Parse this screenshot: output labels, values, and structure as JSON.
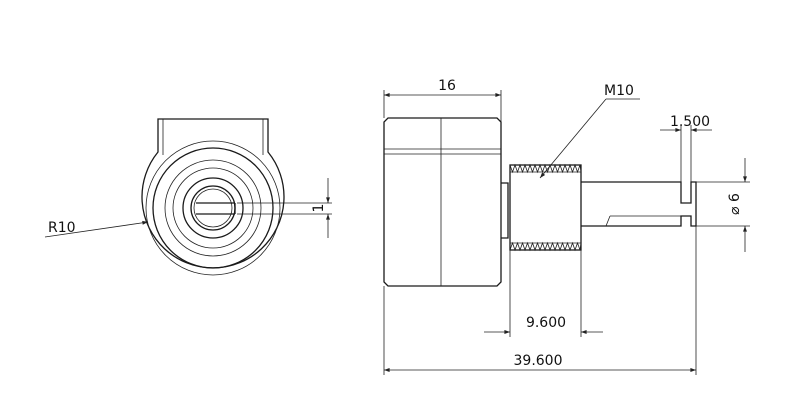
{
  "drawing": {
    "front_view": {
      "radius_label": "R10",
      "slot_label": "1"
    },
    "side_view": {
      "width_label": "16",
      "thread_label": "M10",
      "groove_label": "1.500",
      "diameter_label": "⌀ 6",
      "thread_length_label": "9.600",
      "total_length_label": "39.600"
    }
  },
  "colors": {
    "line": "#1a1a1a",
    "background": "#ffffff"
  }
}
